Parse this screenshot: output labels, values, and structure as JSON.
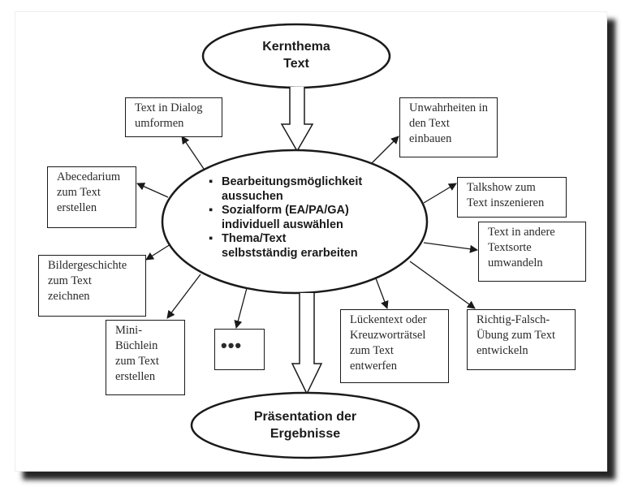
{
  "diagram": {
    "top_node": {
      "label": "Kernthema\nText"
    },
    "center_node": {
      "items": [
        {
          "bullet": "▪",
          "text": "Bearbeitungsmöglichkeit\naussuchen"
        },
        {
          "bullet": "▪",
          "text": "Sozialform (EA/PA/GA)\nindividuell auswählen"
        },
        {
          "bullet": "▪",
          "text": "Thema/Text\nselbstständig erarbeiten"
        }
      ]
    },
    "bottom_node": {
      "label": "Präsentation der\nErgebnisse"
    },
    "flow_arrows": [
      {
        "from": "top_node",
        "to": "center_node",
        "style": "hollow-block-arrow"
      },
      {
        "from": "center_node",
        "to": "bottom_node",
        "style": "hollow-block-arrow"
      }
    ],
    "options": [
      {
        "id": "text-in-dialog",
        "label": "Text in Dialog\numformen"
      },
      {
        "id": "unwahrheiten",
        "label": "Unwahrheiten in\nden Text\neinbauen"
      },
      {
        "id": "abecedarium",
        "label": "Abecedarium\nzum Text\nerstellen"
      },
      {
        "id": "talkshow",
        "label": "Talkshow zum\nText inszenieren"
      },
      {
        "id": "textsorte",
        "label": "Text in andere\nTextsorte\numwandeln"
      },
      {
        "id": "bildergeschichte",
        "label": "Bildergeschichte\nzum Text\nzeichnen"
      },
      {
        "id": "mini-buechlein",
        "label": "Mini-\nBüchlein\nzum Text\nerstellen"
      },
      {
        "id": "more",
        "label": "•••"
      },
      {
        "id": "lueckentext",
        "label": "Lückentext oder\nKreuzworträtsel\nzum Text\nentwerfen"
      },
      {
        "id": "richtig-falsch",
        "label": "Richtig-Falsch-\nÜbung zum Text\nentwickeln"
      }
    ],
    "colors": {
      "stroke": "#1a1a1a",
      "text": "#2a2a2a",
      "background": "#ffffff",
      "shadow": "#000000"
    }
  }
}
